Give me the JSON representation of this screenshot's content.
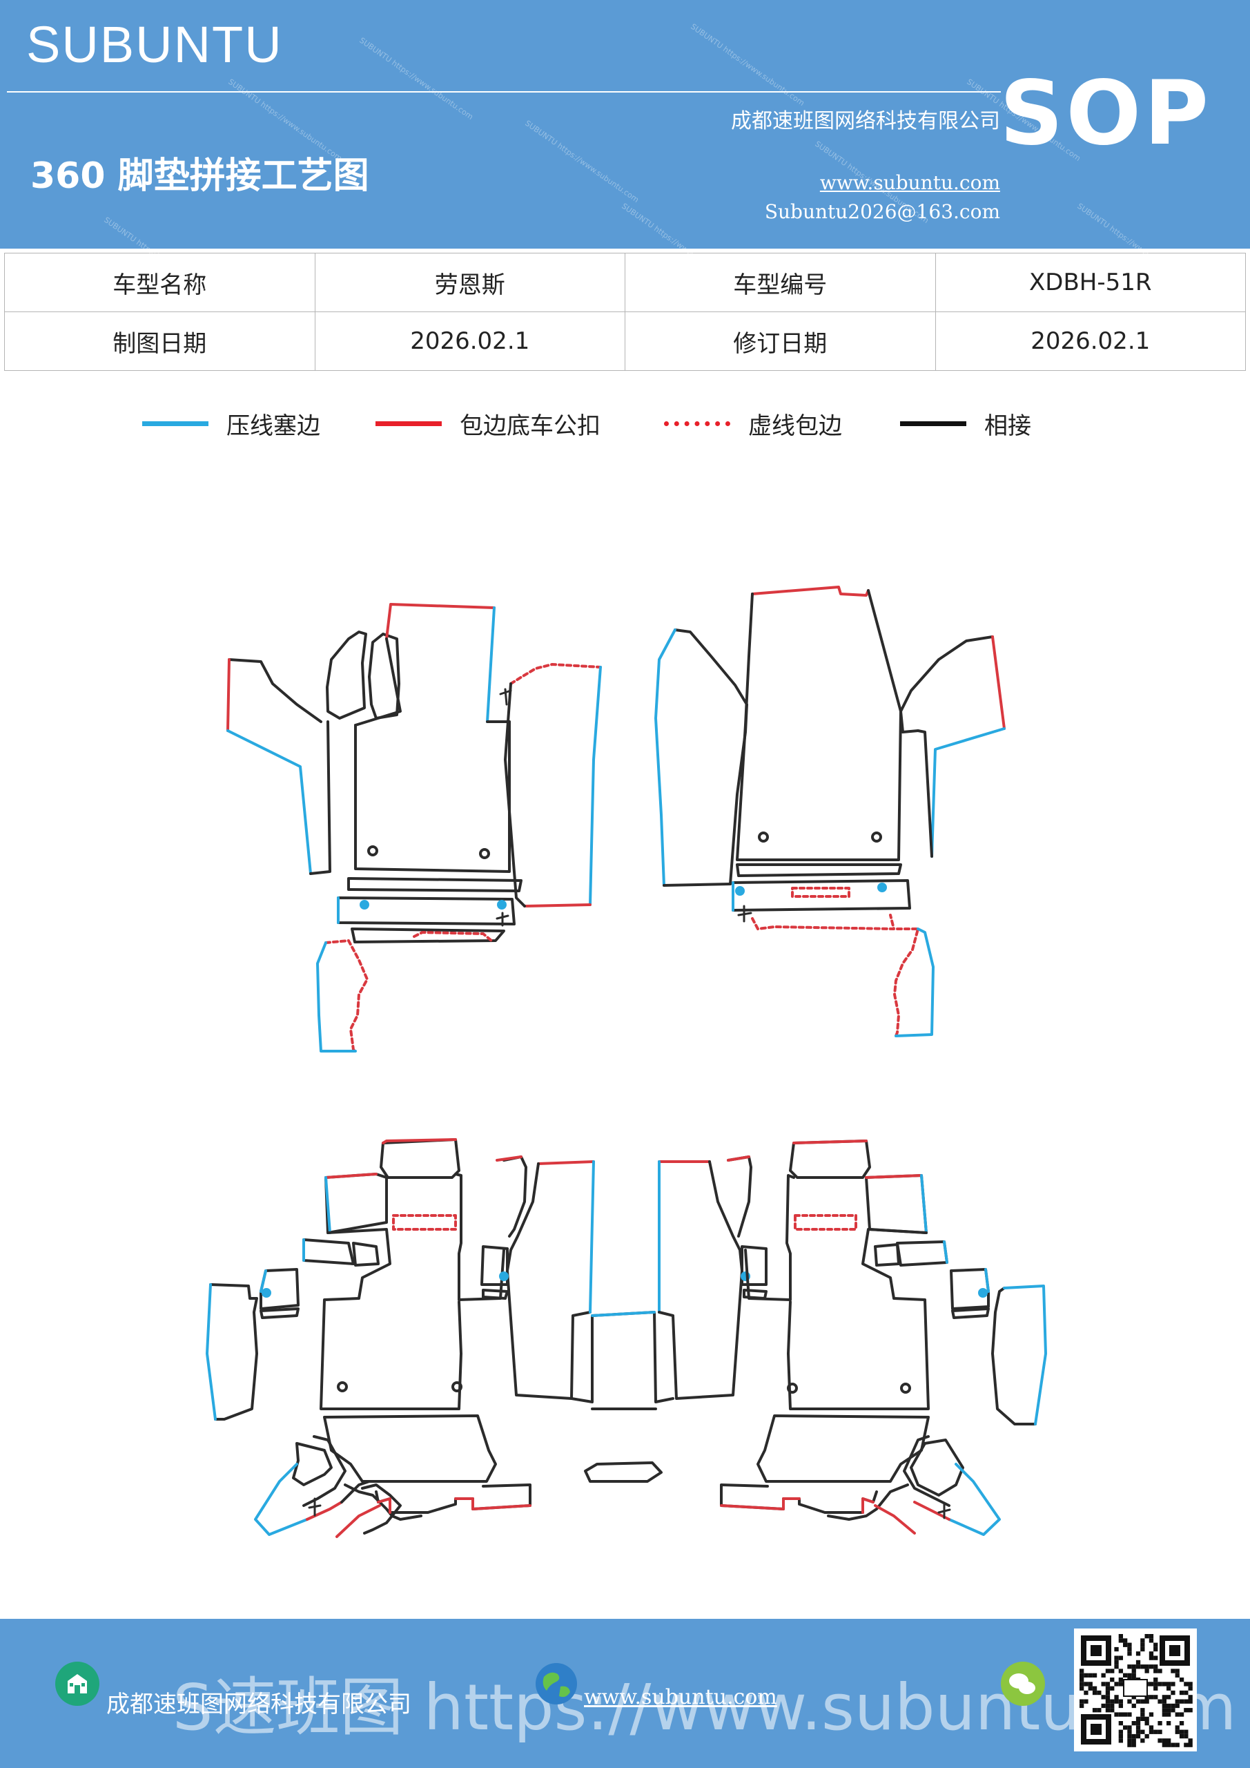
{
  "header": {
    "brand": "SUBUNTU",
    "company": "成都速班图网络科技有限公司",
    "title": "360 脚垫拼接工艺图",
    "website": "www.subuntu.com",
    "email": "Subuntu2026@163.com",
    "sop": "SOP",
    "watermark_text": "SUBUNTU https://www.subuntu.com"
  },
  "info_table": {
    "rows": [
      [
        "车型名称",
        "劳恩斯",
        "车型编号",
        "XDBH-51R"
      ],
      [
        "制图日期",
        "2026.02.1",
        "修订日期",
        "2026.02.1"
      ]
    ]
  },
  "legend": [
    {
      "label": "压线塞边",
      "color": "#29a9e0",
      "style": "solid"
    },
    {
      "label": "包边底车公扣",
      "color": "#e8202a",
      "style": "solid"
    },
    {
      "label": "虚线包边",
      "color": "#e8202a",
      "style": "dotted"
    },
    {
      "label": "相接",
      "color": "#111111",
      "style": "solid"
    }
  ],
  "colors": {
    "brand_blue": "#5b9bd5",
    "line_blue": "#29a9e0",
    "line_red": "#d9383f",
    "line_black": "#2b2b2b"
  },
  "footer": {
    "company": "成都速班图网络科技有限公司",
    "website": "www.subuntu.com",
    "ghost_text": "S速班图 https://www.subuntu.com",
    "icons": [
      "building-icon",
      "globe-icon",
      "wechat-icon",
      "qr-code"
    ]
  }
}
